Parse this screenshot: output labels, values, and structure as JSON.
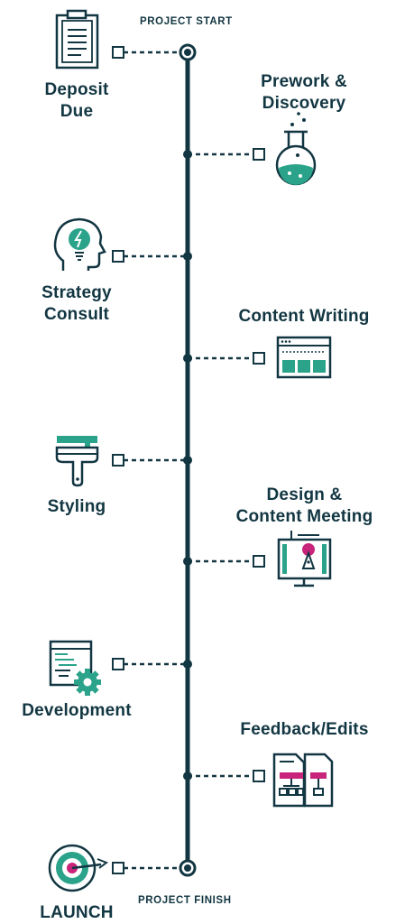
{
  "timeline": {
    "start_label": "PROJECT START",
    "finish_label": "PROJECT FINISH",
    "colors": {
      "ink": "#123642",
      "teal": "#2aa38a",
      "magenta": "#c7247a"
    },
    "milestones": [
      {
        "label_line1": "Deposit",
        "label_line2": "Due",
        "icon": "clipboard-icon",
        "side": "left"
      },
      {
        "label_line1": "Prework &",
        "label_line2": "Discovery",
        "icon": "flask-icon",
        "side": "right"
      },
      {
        "label_line1": "Strategy",
        "label_line2": "Consult",
        "icon": "head-lightbulb-icon",
        "side": "left"
      },
      {
        "label_line1": "Content Writing",
        "label_line2": "",
        "icon": "browser-window-icon",
        "side": "right"
      },
      {
        "label_line1": "Styling",
        "label_line2": "",
        "icon": "paint-brush-icon",
        "side": "left"
      },
      {
        "label_line1": "Design &",
        "label_line2": "Content Meeting",
        "icon": "monitor-design-icon",
        "side": "right"
      },
      {
        "label_line1": "Development",
        "label_line2": "",
        "icon": "code-gear-icon",
        "side": "left"
      },
      {
        "label_line1": "Feedback/Edits",
        "label_line2": "",
        "icon": "documents-sitemap-icon",
        "side": "right"
      },
      {
        "label_line1": "LAUNCH",
        "label_line2": "",
        "icon": "target-icon",
        "side": "left"
      }
    ]
  }
}
